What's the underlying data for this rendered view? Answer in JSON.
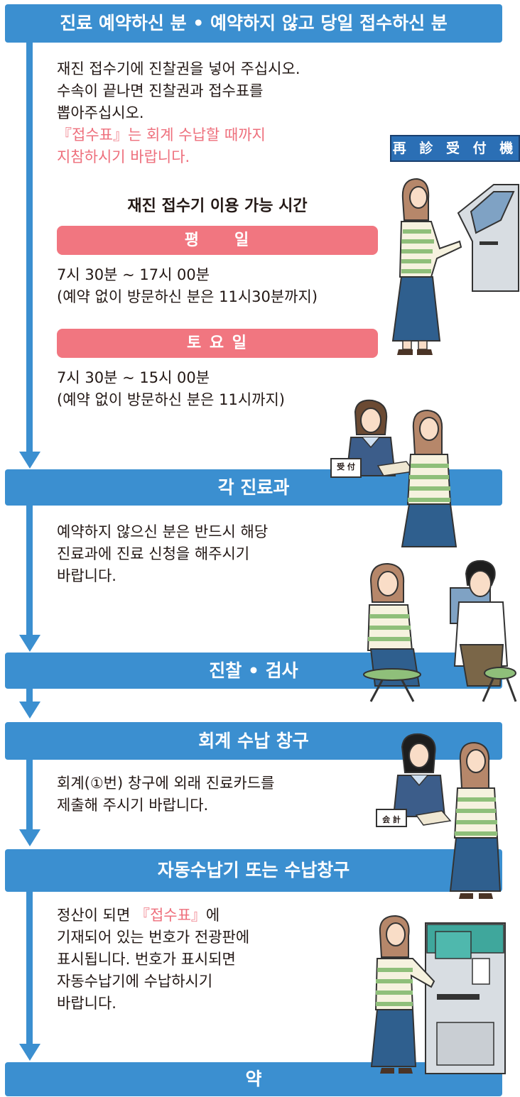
{
  "banners": {
    "b1": "진료 예약하신 분 • 예약하지 않고 당일 접수하신 분",
    "b2": "각 진료과",
    "b3": "진찰 • 검사",
    "b4": "회계 수납 창구",
    "b5": "자동수납기 또는 수납창구",
    "b6": "약"
  },
  "section1": {
    "lines": [
      "재진 접수기에 진찰권을 넣어 주십시오.",
      "수속이 끝나면 진찰권과 접수표를",
      "뽑아주십시오."
    ],
    "highlight_lines": [
      "『접수표』는 회계 수납할 때까지",
      "지참하시기 바랍니다."
    ],
    "hours_title": "재진 접수기 이용 가능 시간",
    "weekday": {
      "label": "평　　일",
      "time": "7시 30분 ~ 17시 00분",
      "note": "(예약 없이 방문하신 분은 11시30분까지)"
    },
    "saturday": {
      "label": "토 요 일",
      "time": "7시 30분 ~ 15시 00분",
      "note": "(예약 없이 방문하신 분은 11시까지)"
    },
    "kiosk_sign": "再 診 受 付 機",
    "desk_sign": "受 付"
  },
  "section2": {
    "lines": [
      "예약하지 않으신 분은 반드시 해당",
      "진료과에 진료 신청을 해주시기",
      "바랍니다."
    ]
  },
  "section4": {
    "lines": [
      "회계(①번) 창구에 외래 진료카드를",
      "제출해 주시기 바랍니다."
    ],
    "desk_sign": "会 計"
  },
  "section5": {
    "line1_prefix": "정산이 되면 ",
    "line1_highlight": "『접수표』",
    "line1_suffix": "에",
    "lines": [
      "기재되어 있는 번호가 전광판에",
      "표시됩니다. 번호가 표시되면",
      "자동수납기에 수납하시기",
      "바랍니다."
    ]
  },
  "colors": {
    "accent_blue": "#3b8fd0",
    "pink_bar": "#f17680",
    "pink_text": "#ee6f7c",
    "sign_blue": "#2b6fb5"
  }
}
